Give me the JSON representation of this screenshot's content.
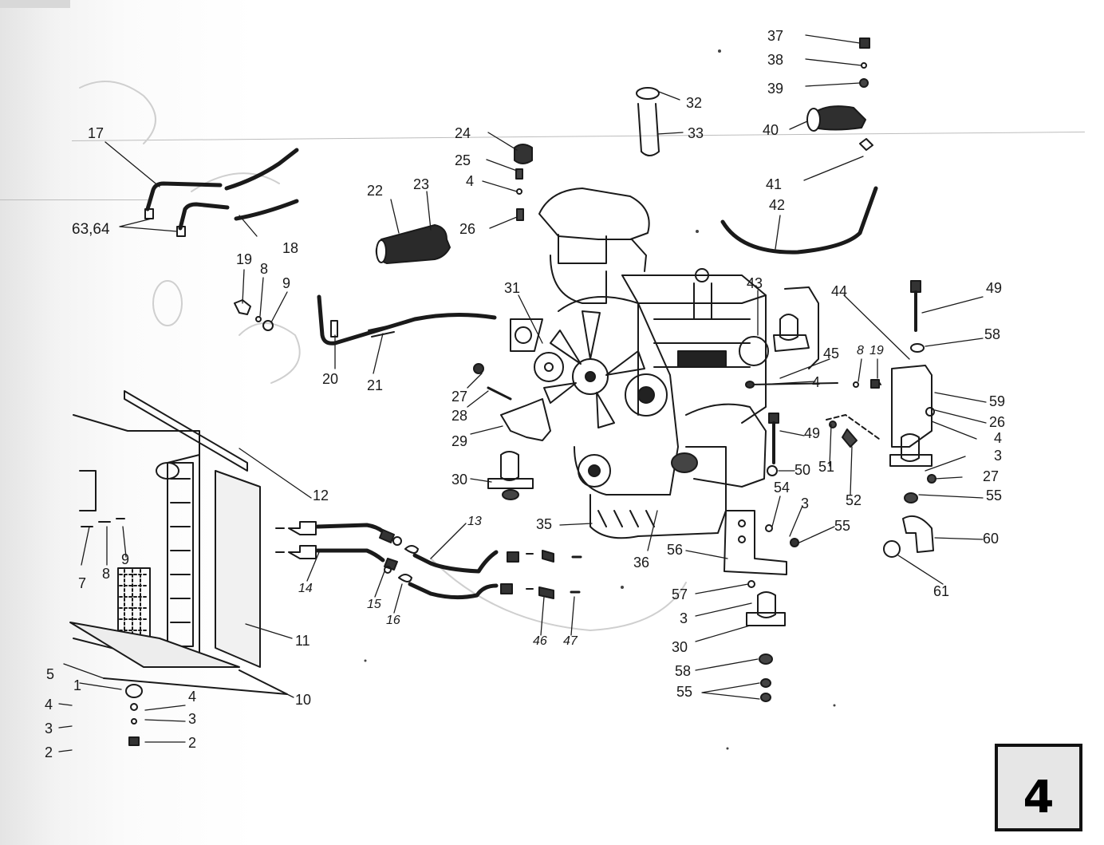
{
  "figure": {
    "page_number": "4",
    "callouts": [
      {
        "id": "c17",
        "text": "17"
      },
      {
        "id": "c18",
        "text": "18"
      },
      {
        "id": "c6364",
        "text": "63,64"
      },
      {
        "id": "c19a",
        "text": "19"
      },
      {
        "id": "c8a",
        "text": "8"
      },
      {
        "id": "c9a",
        "text": "9"
      },
      {
        "id": "c20",
        "text": "20"
      },
      {
        "id": "c21",
        "text": "21"
      },
      {
        "id": "c22",
        "text": "22"
      },
      {
        "id": "c23",
        "text": "23"
      },
      {
        "id": "c24",
        "text": "24"
      },
      {
        "id": "c25",
        "text": "25"
      },
      {
        "id": "c4a",
        "text": "4"
      },
      {
        "id": "c26a",
        "text": "26"
      },
      {
        "id": "c32",
        "text": "32"
      },
      {
        "id": "c33",
        "text": "33"
      },
      {
        "id": "c37",
        "text": "37"
      },
      {
        "id": "c38",
        "text": "38"
      },
      {
        "id": "c39",
        "text": "39"
      },
      {
        "id": "c40",
        "text": "40"
      },
      {
        "id": "c41",
        "text": "41"
      },
      {
        "id": "c42",
        "text": "42"
      },
      {
        "id": "c31",
        "text": "31"
      },
      {
        "id": "c43",
        "text": "43"
      },
      {
        "id": "c44",
        "text": "44"
      },
      {
        "id": "c45",
        "text": "45"
      },
      {
        "id": "c4b",
        "text": "4"
      },
      {
        "id": "c8b",
        "text": "8"
      },
      {
        "id": "c19b",
        "text": "19"
      },
      {
        "id": "c49a",
        "text": "49"
      },
      {
        "id": "c58a",
        "text": "58"
      },
      {
        "id": "c59",
        "text": "59"
      },
      {
        "id": "c26b",
        "text": "26"
      },
      {
        "id": "c4c",
        "text": "4"
      },
      {
        "id": "c3a",
        "text": "3"
      },
      {
        "id": "c27b",
        "text": "27"
      },
      {
        "id": "c55a",
        "text": "55"
      },
      {
        "id": "c60",
        "text": "60"
      },
      {
        "id": "c61",
        "text": "61"
      },
      {
        "id": "c27a",
        "text": "27"
      },
      {
        "id": "c28",
        "text": "28"
      },
      {
        "id": "c29",
        "text": "29"
      },
      {
        "id": "c30a",
        "text": "30"
      },
      {
        "id": "c12",
        "text": "12"
      },
      {
        "id": "c49b",
        "text": "49"
      },
      {
        "id": "c50",
        "text": "50"
      },
      {
        "id": "c51",
        "text": "51"
      },
      {
        "id": "c52",
        "text": "52"
      },
      {
        "id": "c54",
        "text": "54"
      },
      {
        "id": "c3b",
        "text": "3"
      },
      {
        "id": "c55b",
        "text": "55"
      },
      {
        "id": "c35",
        "text": "35"
      },
      {
        "id": "c36",
        "text": "36"
      },
      {
        "id": "c56",
        "text": "56"
      },
      {
        "id": "c13",
        "text": "13"
      },
      {
        "id": "c14",
        "text": "14"
      },
      {
        "id": "c15",
        "text": "15"
      },
      {
        "id": "c16",
        "text": "16"
      },
      {
        "id": "c46",
        "text": "46"
      },
      {
        "id": "c47",
        "text": "47"
      },
      {
        "id": "c7",
        "text": "7"
      },
      {
        "id": "c8c",
        "text": "8"
      },
      {
        "id": "c9b",
        "text": "9"
      },
      {
        "id": "c11",
        "text": "11"
      },
      {
        "id": "c10",
        "text": "10"
      },
      {
        "id": "c57",
        "text": "57"
      },
      {
        "id": "c3c",
        "text": "3"
      },
      {
        "id": "c30b",
        "text": "30"
      },
      {
        "id": "c58b",
        "text": "58"
      },
      {
        "id": "c55c",
        "text": "55"
      },
      {
        "id": "c5",
        "text": "5"
      },
      {
        "id": "c1",
        "text": "1"
      },
      {
        "id": "c4d",
        "text": "4"
      },
      {
        "id": "c4e",
        "text": "4"
      },
      {
        "id": "c3d",
        "text": "3"
      },
      {
        "id": "c3e",
        "text": "3"
      },
      {
        "id": "c2a",
        "text": "2"
      },
      {
        "id": "c2b",
        "text": "2"
      }
    ]
  },
  "colors": {
    "ink": "#1a1a1a",
    "paper": "#ffffff",
    "badge_fill": "#e6e6e6"
  }
}
